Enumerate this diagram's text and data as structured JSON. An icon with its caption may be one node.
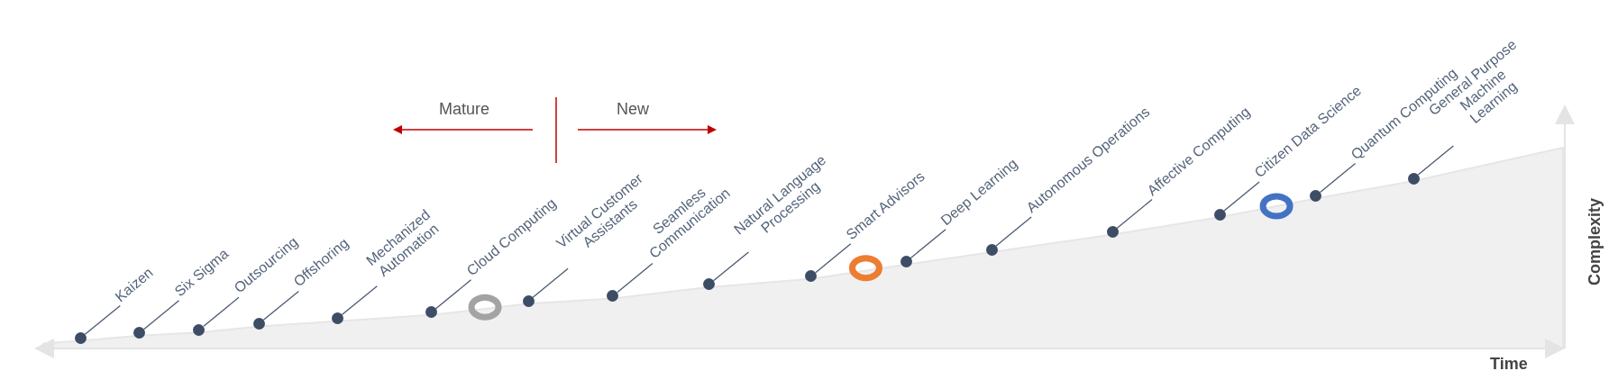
{
  "diagram": {
    "nodes": [
      {
        "text": [
          "Kaizen"
        ]
      },
      {
        "text": [
          "Six Sigma"
        ]
      },
      {
        "text": [
          "Outsourcing"
        ]
      },
      {
        "text": [
          "Offshoring"
        ]
      },
      {
        "text": [
          "Mechanized Automation"
        ]
      },
      {
        "text": [
          "Cloud Computing"
        ]
      },
      {
        "text": [
          "Virtual Customer Assistants"
        ]
      },
      {
        "text": [
          "Seamless Communication"
        ]
      },
      {
        "text": [
          "Natural Language Processing"
        ]
      },
      {
        "text": [
          "Smart Advisors"
        ]
      },
      {
        "text": [
          "Deep Learning"
        ]
      },
      {
        "text": [
          "Autonomous Operations"
        ]
      },
      {
        "text": [
          "Affective Computing"
        ]
      },
      {
        "text": [
          "Citizen Data Science"
        ]
      },
      {
        "text": [
          "Quantum Computing"
        ]
      },
      {
        "text": [
          "General Purpose Machine Learning"
        ]
      },
      {
        "text": [],
        "shape": "circle"
      },
      {
        "text": [],
        "shape": "circle"
      },
      {
        "text": [],
        "shape": "circle"
      },
      {
        "text": [],
        "shape": "circle"
      },
      {
        "text": [],
        "shape": "circle"
      },
      {
        "text": [],
        "shape": "circle"
      },
      {
        "text": [],
        "shape": "circle"
      },
      {
        "text": [],
        "shape": "circle"
      },
      {
        "text": [],
        "shape": "circle"
      },
      {
        "text": [],
        "shape": "circle"
      },
      {
        "text": [],
        "shape": "circle"
      },
      {
        "text": [],
        "shape": "circle"
      },
      {
        "text": [],
        "shape": "circle"
      },
      {
        "text": [],
        "shape": "circle"
      },
      {
        "text": [],
        "shape": "circle"
      },
      {
        "text": [],
        "shape": "circle"
      }
    ],
    "edges": [
      {
        "from": 0,
        "to": 16,
        "arrow": "none"
      },
      {
        "from": 1,
        "to": 17,
        "arrow": "none"
      },
      {
        "from": 2,
        "to": 18,
        "arrow": "none"
      },
      {
        "from": 3,
        "to": 19,
        "arrow": "none"
      },
      {
        "from": 4,
        "to": 20,
        "arrow": "none"
      },
      {
        "from": 5,
        "to": 21,
        "arrow": "none"
      },
      {
        "from": 6,
        "to": 22,
        "arrow": "none"
      },
      {
        "from": 7,
        "to": 23,
        "arrow": "none"
      },
      {
        "from": 8,
        "to": 24,
        "arrow": "none"
      },
      {
        "from": 9,
        "to": 25,
        "arrow": "none"
      },
      {
        "from": 10,
        "to": 26,
        "arrow": "none"
      },
      {
        "from": 11,
        "to": 27,
        "arrow": "none"
      },
      {
        "from": 12,
        "to": 28,
        "arrow": "none"
      },
      {
        "from": 13,
        "to": 29,
        "arrow": "none"
      },
      {
        "from": 14,
        "to": 30,
        "arrow": "none"
      },
      {
        "from": 15,
        "to": 31,
        "arrow": "none"
      }
    ],
    "labels": [
      "Mature",
      "New",
      "Complexity",
      "Time"
    ]
  }
}
